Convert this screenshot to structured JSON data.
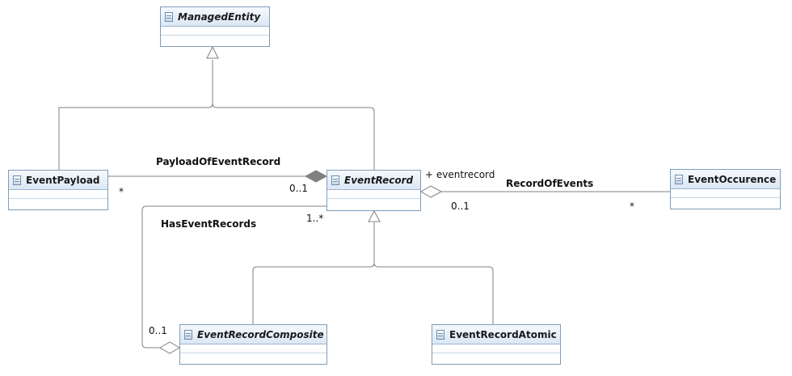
{
  "classes": {
    "managed_entity": "ManagedEntity",
    "event_payload": "EventPayload",
    "event_record": "EventRecord",
    "event_occurence": "EventOccurence",
    "event_record_composite": "EventRecordComposite",
    "event_record_atomic": "EventRecordAtomic"
  },
  "associations": {
    "payload_of_event_record": "PayloadOfEventRecord",
    "record_of_events": "RecordOfEvents",
    "has_event_records": "HasEventRecords"
  },
  "multiplicities": {
    "payload_end": "*",
    "record_payload_end": "0..1",
    "record_events_end": "0..1",
    "occurence_end": "*",
    "has_records_end": "1..*",
    "composite_end": "0..1"
  },
  "roles": {
    "eventrecord": "+ eventrecord"
  },
  "colors": {
    "line": "#808080",
    "class_border": "#7f9db9",
    "header_fill": "#dbe7f4"
  }
}
